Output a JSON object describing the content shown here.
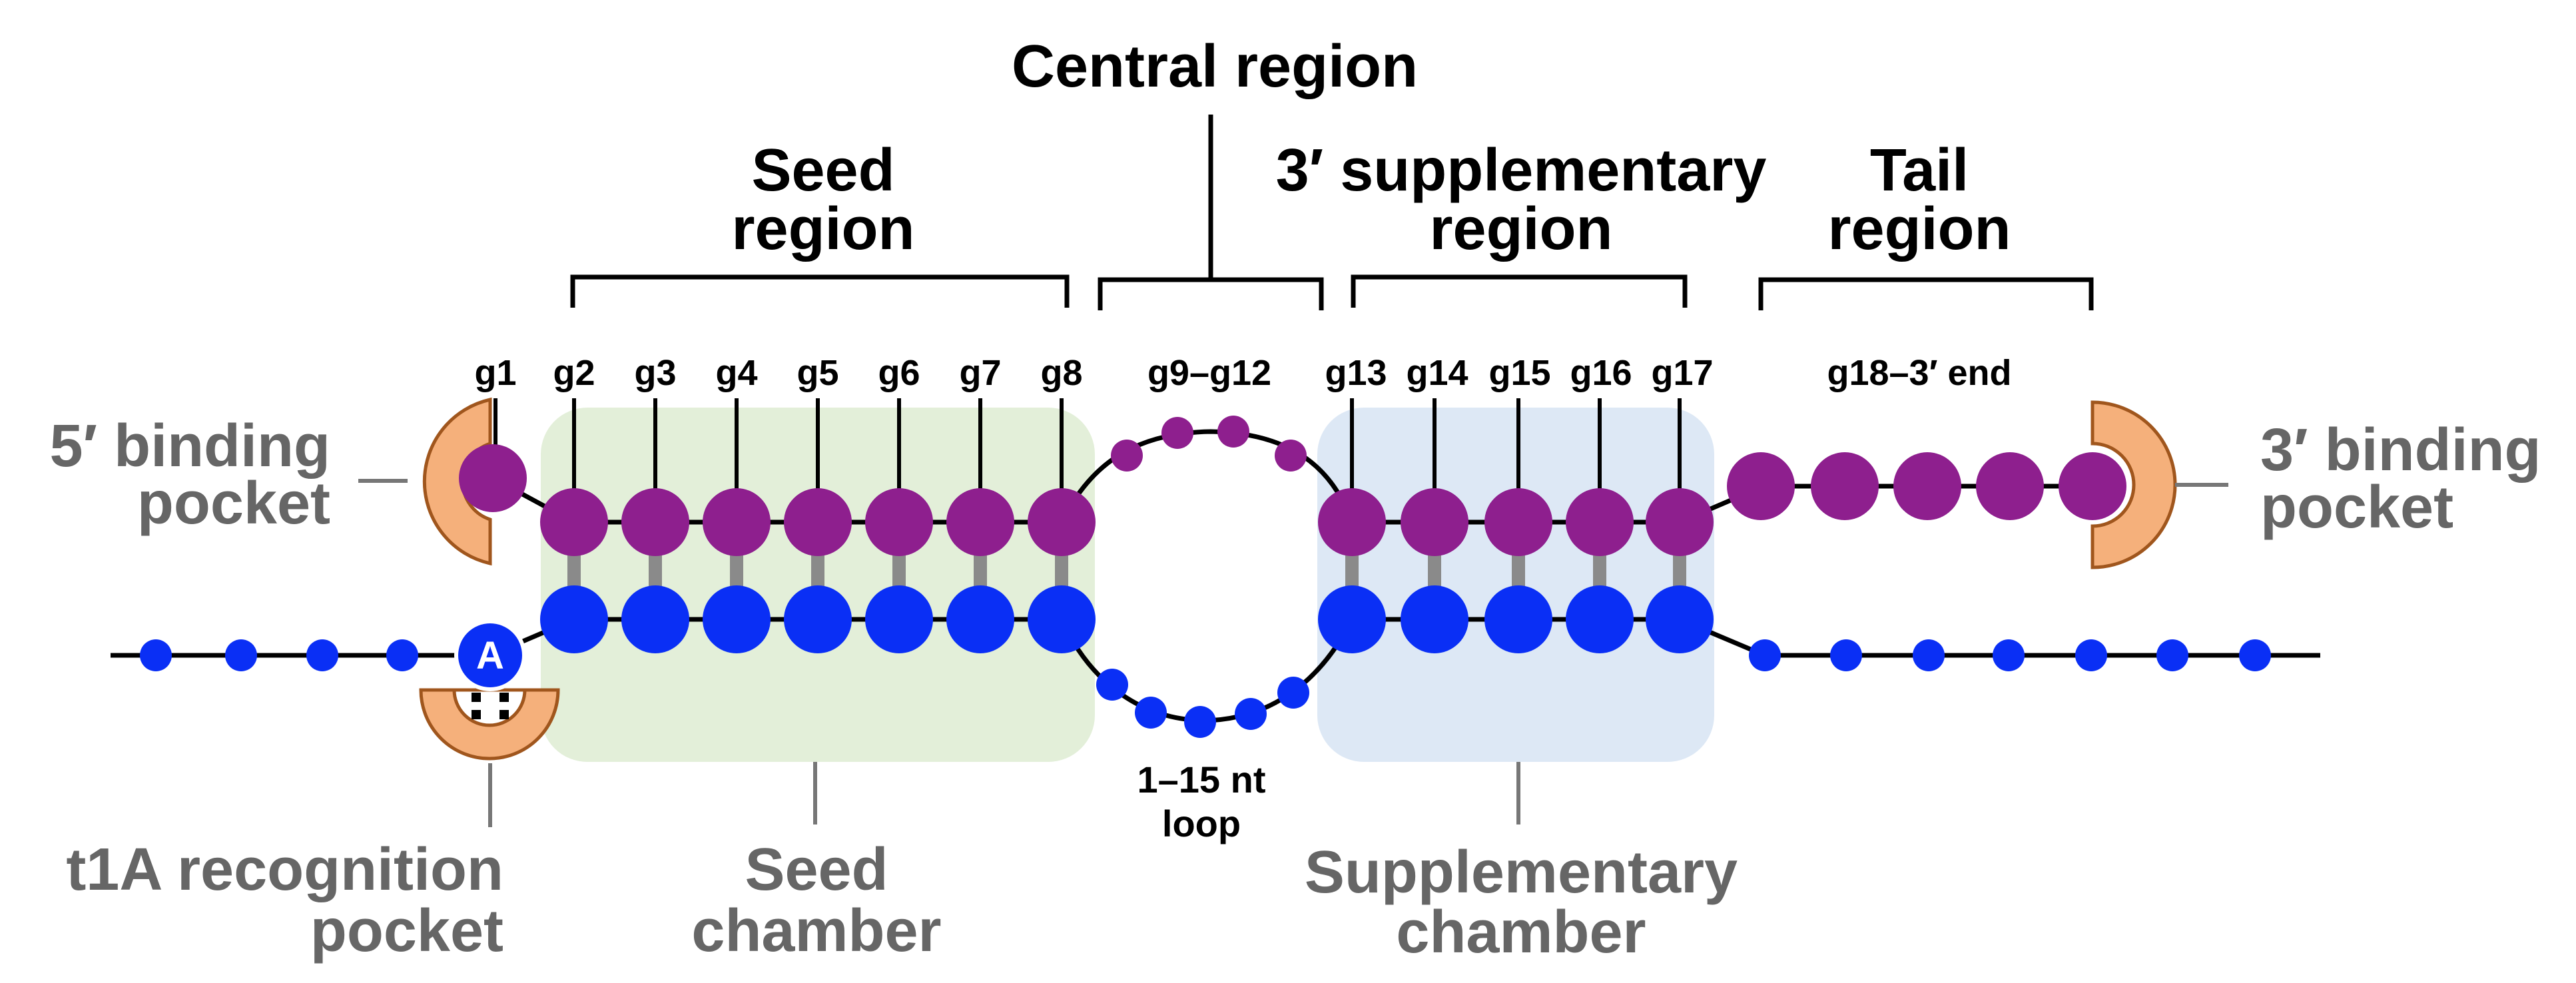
{
  "regions": {
    "central": "Central region",
    "seed": [
      "Seed",
      "region"
    ],
    "supplementary": [
      "3′ supplementary",
      "region"
    ],
    "tail": [
      "Tail",
      "region"
    ]
  },
  "guide_labels": {
    "g1": "g1",
    "g2": "g2",
    "g3": "g3",
    "g4": "g4",
    "g5": "g5",
    "g6": "g6",
    "g7": "g7",
    "g8": "g8",
    "g9_12": "g9–g12",
    "g13": "g13",
    "g14": "g14",
    "g15": "g15",
    "g16": "g16",
    "g17": "g17",
    "g18_end": "g18–3′ end"
  },
  "pockets": {
    "five_prime": [
      "5′ binding",
      "pocket"
    ],
    "three_prime": [
      "3′ binding",
      "pocket"
    ],
    "t1a": [
      "t1A recognition",
      "pocket"
    ],
    "t1a_base": "A"
  },
  "chambers": {
    "seed": [
      "Seed",
      "chamber"
    ],
    "supplementary": [
      "Supplementary",
      "chamber"
    ]
  },
  "loop_label": [
    "1–15 nt",
    "loop"
  ],
  "colors": {
    "guide": "#8e1f8e",
    "target": "#0a2ff5",
    "pocket_fill": "#f5b07b",
    "pocket_stroke": "#a0561d",
    "seed_chamber": "#e3efd9",
    "supp_chamber": "#dde8f5",
    "pair_bond": "#8a8a8a",
    "pocket_text": "#666666"
  }
}
